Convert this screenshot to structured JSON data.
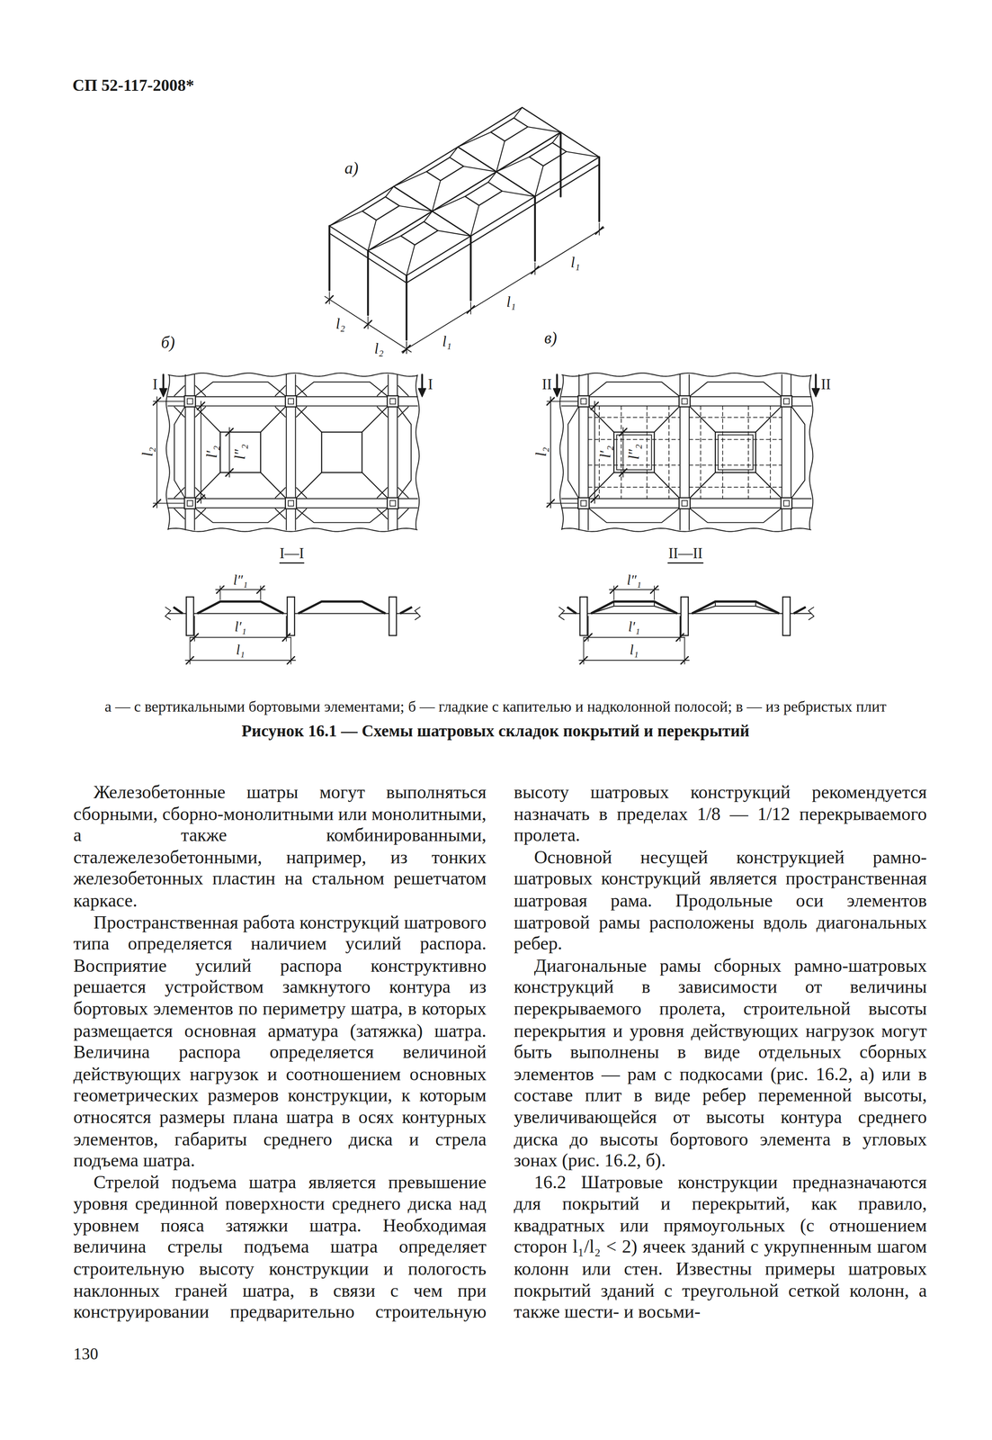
{
  "diagram": {
    "title": "СП 52-117-2008*",
    "caption": "Рисунок 16.1 — Схемы шатровых складок покрытий и перекрытий",
    "labels": [
      "а)",
      "б)",
      "в)",
      "l₂",
      "l₂",
      "l₁",
      "l₁",
      "l₁",
      "I",
      "I",
      "l₂",
      "l′₂",
      "l″₂",
      "I—I",
      "l″₁",
      "l′₁",
      "l₁",
      "II",
      "II",
      "l₂",
      "l′₂",
      "l″₂",
      "II—II",
      "l″₁",
      "l′₁",
      "l₁",
      "а — с вертикальными бортовыми элементами; б — гладкие с капителью и надколонной полосой; в — из ребристых плит",
      "Железобетонные шатры могут выполняться сборными, сборно-монолитными или монолитными, а также комбинированными, сталежелезобетонными, например, из тонких железобетонных пластин на стальном решетчатом каркасе.",
      "Пространственная работа конструкций шатрового типа определяется наличием усилий распора. Восприятие усилий распора конструктивно решается устройством замкнутого контура из бортовых элементов по периметру шатра, в которых размещается основная арматура (затяжка) шатра. Величина распора определяется величиной действующих нагрузок и соотношением основных геометрических размеров конструкции, к которым относятся размеры плана шатра в осях контурных элементов, габариты среднего диска и стрела подъема шатра.",
      "Стрелой подъема шатра является превышение уровня срединной поверхности среднего диска над уровнем пояса затяжки шатра. Необходимая величина стрелы подъема шатра определяет строительную высоту конструкции и пологость наклонных граней шатра, в связи с чем при конструировании предварительно строительную высоту шатровых конструкций рекомендуется назначать в пределах 1/8 — 1/12 перекрываемого пролета.",
      "Основной несущей конструкцией рамно-шатровых конструкций является пространственная шатровая рама. Продольные оси элементов шатровой рамы расположены вдоль диагональных ребер.",
      "Диагональные рамы сборных рамно-шатровых конструкций в зависимости от величины перекрываемого пролета, строительной высоты перекрытия и уровня действующих нагрузок могут быть выполнены в виде отдельных сборных элементов — рам с подкосами (рис. 16.2, а) или в составе плит в виде ребер переменной высоты, увеличивающейся от высоты контура среднего диска до высоты бортового элемента в угловых зонах (рис. 16.2, б).",
      "16.2 Шатровые конструкции предназначаются для покрытий и перекрытий, как правило, квадратных или прямоугольных (с отношением сторон l₁/l₂ < 2) ячеек зданий с укрупненным шагом колонн или стен. Известны примеры шатровых покрытий зданий с треугольной сеткой колонн, а также шести- и восьми-",
      "130"
    ]
  }
}
